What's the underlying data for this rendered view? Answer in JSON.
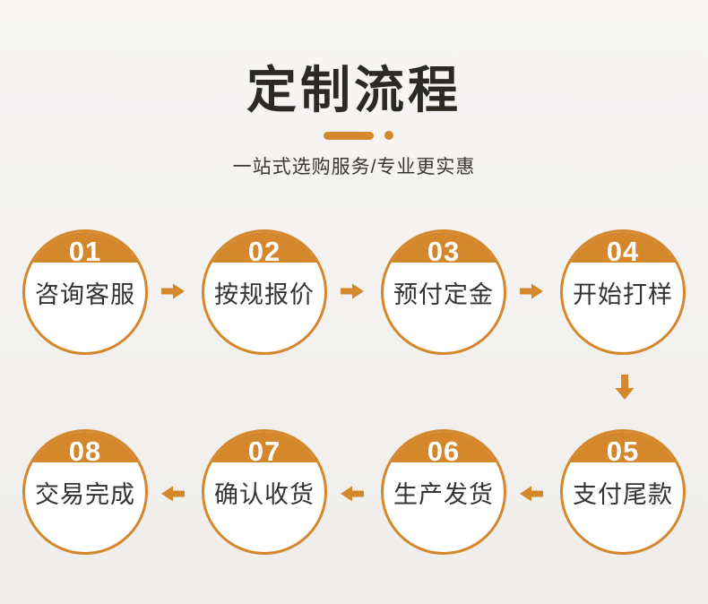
{
  "header": {
    "title": "定制流程",
    "subtitle": "一站式选购服务/专业更实惠"
  },
  "colors": {
    "accent": "#D5872C",
    "title_text": "#2C2A25",
    "subtitle_text": "#3A3733",
    "step_label_text": "#333333",
    "step_number_text": "#FFFFFF",
    "background_top": "#F7F6F5",
    "background_bottom": "#EFEEEC"
  },
  "steps": [
    {
      "number": "01",
      "label": "咨询客服"
    },
    {
      "number": "02",
      "label": "按规报价"
    },
    {
      "number": "03",
      "label": "预付定金"
    },
    {
      "number": "04",
      "label": "开始打样"
    },
    {
      "number": "05",
      "label": "支付尾款"
    },
    {
      "number": "06",
      "label": "生产发货"
    },
    {
      "number": "07",
      "label": "确认收货"
    },
    {
      "number": "08",
      "label": "交易完成"
    }
  ]
}
